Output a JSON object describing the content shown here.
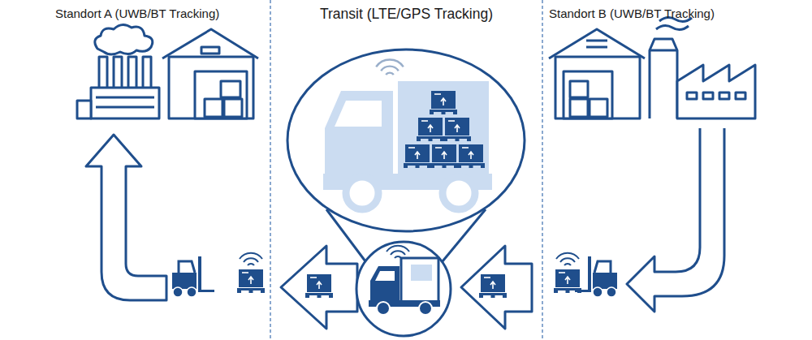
{
  "diagram": {
    "labels": [
      "Standort A (UWB/BT Tracking)",
      "Transit (LTE/GPS Tracking)",
      "Standort B (UWB/BT Tracking)"
    ]
  }
}
